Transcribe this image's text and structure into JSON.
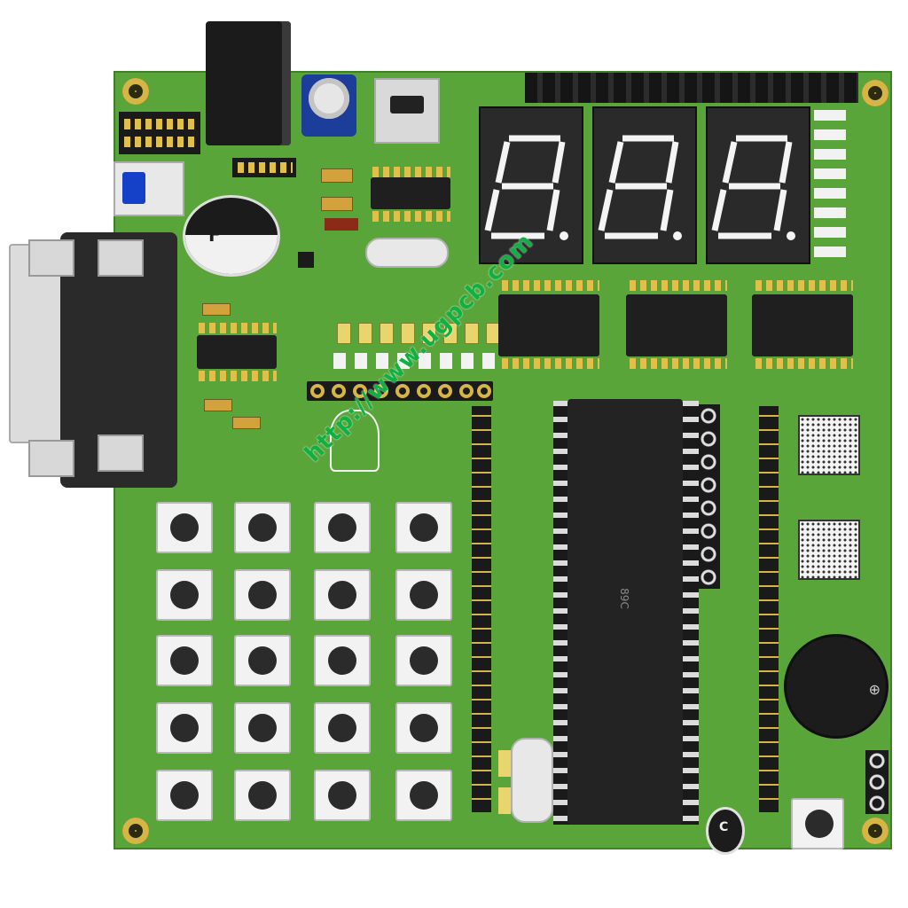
{
  "image": {
    "subject": "Green microcontroller development board",
    "watermark_text": "http://www.ugpcb.com",
    "seven_segment_digits": [
      "8.",
      "8.",
      "8."
    ],
    "cap_top_mark": "F",
    "cap_bottom_mark": "C",
    "mcu_mark": "89C",
    "keypad": {
      "rows": 5,
      "cols": 4
    }
  },
  "colors": {
    "pcb_green": "#5aa53a",
    "pad_gold": "#d6b544",
    "watermark_green": "#12b042"
  }
}
